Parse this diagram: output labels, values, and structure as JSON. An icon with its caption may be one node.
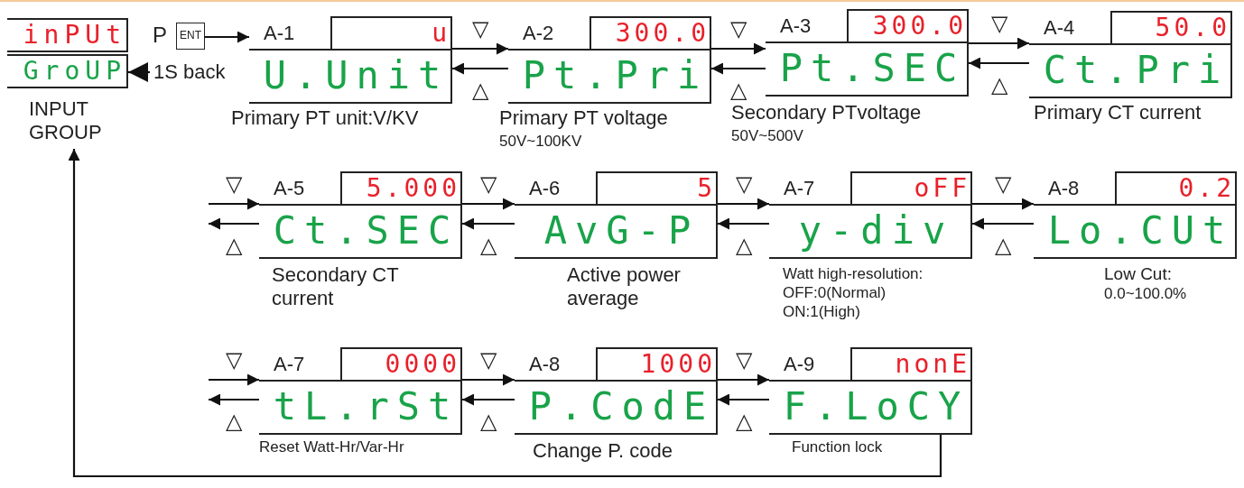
{
  "diagram": {
    "nodes": [
      {
        "text": [
          "inPUt",
          "GroUP"
        ],
        "beside": [
          "INPUT GROUP"
        ]
      },
      {
        "text": [
          "ENT"
        ],
        "beside": [
          "P"
        ]
      },
      {
        "text": [
          "A-1",
          "u",
          "U.Unit"
        ],
        "beside": [
          "Primary PT unit:V/KV"
        ]
      },
      {
        "text": [
          "A-2",
          "300.0",
          "Pt.Pri"
        ],
        "beside": [
          "Primary PT voltage",
          "50V~100KV"
        ]
      },
      {
        "text": [
          "A-3",
          "300.0",
          "Pt.SEC"
        ],
        "beside": [
          "Secondary PTvoltage",
          "50V~500V"
        ]
      },
      {
        "text": [
          "A-4",
          "50.0",
          "Ct.Pri"
        ],
        "beside": [
          "Primary CT current"
        ]
      },
      {
        "text": [
          "A-5",
          "5.000",
          "Ct.SEC"
        ],
        "beside": [
          "Secondary CT current"
        ]
      },
      {
        "text": [
          "A-6",
          "5",
          "AvG-P"
        ],
        "beside": [
          "Active power average"
        ]
      },
      {
        "text": [
          "A-7",
          "oFF",
          "y-div"
        ],
        "beside": [
          "Watt high-resolution:",
          "OFF:0(Normal)",
          "ON:1(High)"
        ]
      },
      {
        "text": [
          "A-8",
          "0.2",
          "Lo.CUt"
        ],
        "beside": [
          "Low Cut:",
          "0.0~100.0%"
        ]
      },
      {
        "text": [
          "A-7",
          "0000",
          "tL.rSt"
        ],
        "beside": [
          "Reset Watt-Hr/Var-Hr"
        ]
      },
      {
        "text": [
          "A-8",
          "1000",
          "P.CodE"
        ],
        "beside": [
          "Change P. code"
        ]
      },
      {
        "text": [
          "A-9",
          "nonE",
          "F.LoCY"
        ],
        "beside": [
          "Function lock"
        ]
      }
    ],
    "edges": [
      {
        "from": 1,
        "to": 2,
        "arrow": "to"
      },
      {
        "from": null,
        "to": 0,
        "arrow": "to",
        "label": "1S back"
      },
      {
        "from": 2,
        "to": 3,
        "arrow": "to",
        "label": "▽"
      },
      {
        "from": 3,
        "to": 2,
        "arrow": "to",
        "label": "△"
      },
      {
        "from": 3,
        "to": 4,
        "arrow": "to",
        "label": "▽"
      },
      {
        "from": 4,
        "to": 3,
        "arrow": "to",
        "label": "△"
      },
      {
        "from": 4,
        "to": 5,
        "arrow": "to",
        "label": "▽"
      },
      {
        "from": 5,
        "to": 4,
        "arrow": "to",
        "label": "△"
      },
      {
        "from": null,
        "to": 6,
        "arrow": "to",
        "label": "▽"
      },
      {
        "from": 6,
        "to": null,
        "arrow": "to",
        "label": "△"
      },
      {
        "from": 6,
        "to": 7,
        "arrow": "to",
        "label": "▽"
      },
      {
        "from": 7,
        "to": 6,
        "arrow": "to",
        "label": "△"
      },
      {
        "from": 7,
        "to": 8,
        "arrow": "to",
        "label": "▽"
      },
      {
        "from": 8,
        "to": 7,
        "arrow": "to",
        "label": "△"
      },
      {
        "from": 8,
        "to": 9,
        "arrow": "to",
        "label": "▽"
      },
      {
        "from": 9,
        "to": 8,
        "arrow": "to",
        "label": "△"
      },
      {
        "from": null,
        "to": 10,
        "arrow": "to",
        "label": "▽"
      },
      {
        "from": 10,
        "to": null,
        "arrow": "to",
        "label": "△"
      },
      {
        "from": 10,
        "to": 11,
        "arrow": "to",
        "label": "▽"
      },
      {
        "from": 11,
        "to": 10,
        "arrow": "to",
        "label": "△"
      },
      {
        "from": 11,
        "to": 12,
        "arrow": "to",
        "label": "▽"
      },
      {
        "from": 12,
        "to": 11,
        "arrow": "to",
        "label": "△"
      },
      {
        "from": 12,
        "to": 0,
        "arrow": "to"
      }
    ]
  }
}
